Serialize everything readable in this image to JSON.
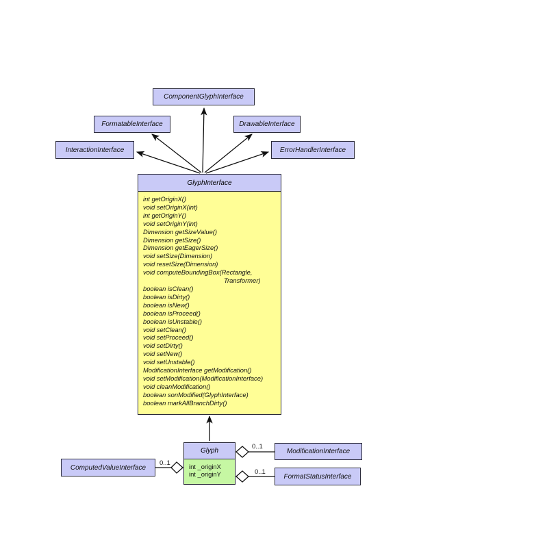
{
  "interfaces": {
    "component": "ComponentGlyphInterface",
    "formatable": "FormatableInterface",
    "drawable": "DrawableInterface",
    "interaction": "InteractionInterface",
    "error_handler": "ErrorHandlerInterface",
    "modification": "ModificationInterface",
    "computed_value": "ComputedValueInterface",
    "format_status": "FormatStatusInterface"
  },
  "glyph_interface": {
    "title": "GlyphInterface",
    "methods": [
      "int getOriginX()",
      "void setOriginX(int)",
      "int getOriginY()",
      "void setOriginY(int)",
      "Dimension getSizeValue()",
      "Dimension getSize()",
      "Dimension getEagerSize()",
      "void setSize(Dimension)",
      "void resetSize(Dimension)",
      "void computeBoundingBox(Rectangle,",
      "Transformer)",
      "boolean isClean()",
      "boolean isDirty()",
      "boolean isNew()",
      "boolean isProceed()",
      "boolean isUnstable()",
      "void setClean()",
      "void setProceed()",
      "void setDirty()",
      "void setNew()",
      "void setUnstable()",
      "ModificationInterface getModification()",
      "void setModification(ModificationInterface)",
      "void cleanModification()",
      "boolean sonModified(GlyphInterface)",
      "boolean markAllBranchDirty()"
    ]
  },
  "glyph": {
    "title": "Glyph",
    "attributes": [
      "int _originX",
      "int _originY"
    ]
  },
  "multiplicities": {
    "modification": "0..1",
    "computed_value": "0..1",
    "format_status": "0..1"
  },
  "colors": {
    "interface_fill": "#c9caf7",
    "method_fill": "#fffe96",
    "attribute_fill": "#c6f7a3",
    "stroke": "#2a2a3a"
  }
}
